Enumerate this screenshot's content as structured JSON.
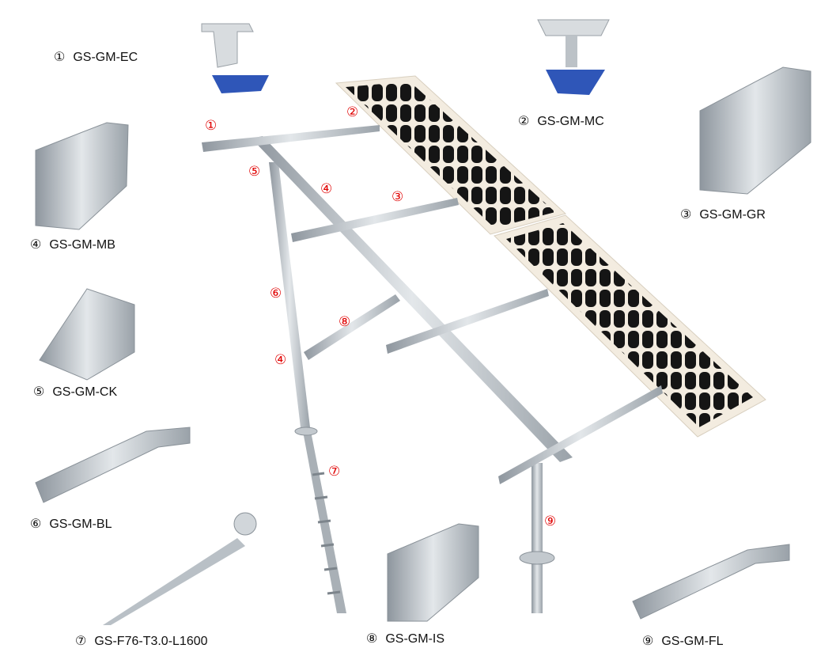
{
  "parts": [
    {
      "num": "①",
      "code": "GS-GM-EC"
    },
    {
      "num": "②",
      "code": "GS-GM-MC"
    },
    {
      "num": "③",
      "code": "GS-GM-GR"
    },
    {
      "num": "④",
      "code": "GS-GM-MB"
    },
    {
      "num": "⑤",
      "code": "GS-GM-CK"
    },
    {
      "num": "⑥",
      "code": "GS-GM-BL"
    },
    {
      "num": "⑦",
      "code": "GS-F76-T3.0-L1600"
    },
    {
      "num": "⑧",
      "code": "GS-GM-IS"
    },
    {
      "num": "⑨",
      "code": "GS-GM-FL"
    }
  ],
  "callouts": [
    "①",
    "②",
    "⑤",
    "④",
    "③",
    "⑥",
    "⑧",
    "④",
    "⑦",
    "⑨"
  ],
  "colors": {
    "callout": "#e00000",
    "steel": "#b8bfc6",
    "panel": "#1a1a1a",
    "panel_frame": "#f3ece0",
    "clamp_blue": "#2f56b8"
  }
}
